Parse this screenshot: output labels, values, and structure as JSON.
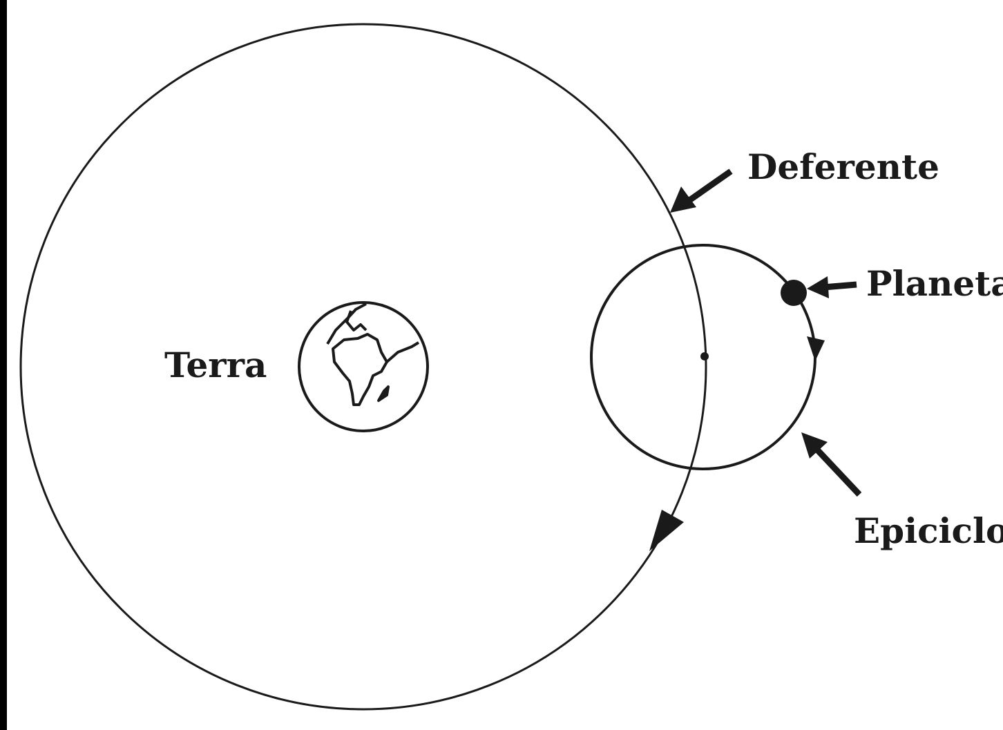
{
  "diagram": {
    "labels": {
      "deferente": "Deferente",
      "planeta": "Planeta",
      "terra": "Terra",
      "epiciclo": "Epiciclo"
    },
    "colors": {
      "background": "#ffffff",
      "stroke": "#1a1a1a",
      "frame": "#000000"
    }
  }
}
